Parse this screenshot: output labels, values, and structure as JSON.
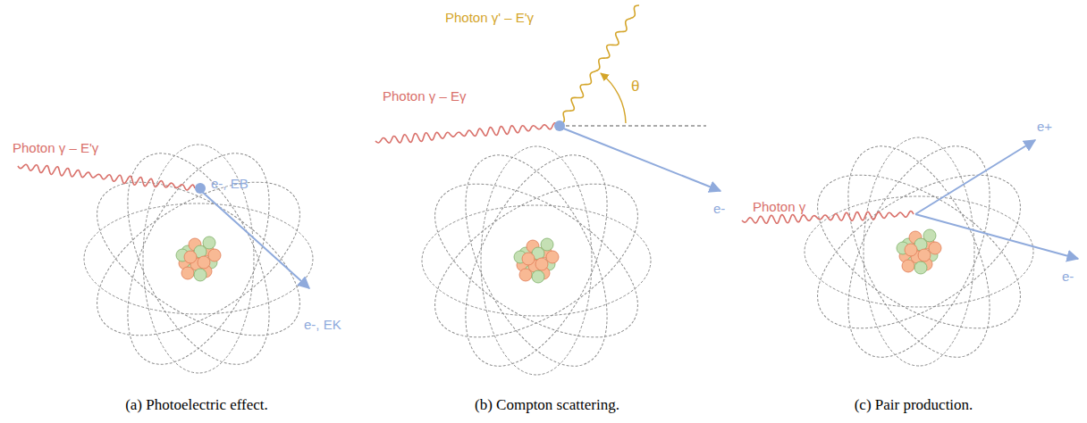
{
  "diagram": {
    "labels": [
      "Photon γ – E'γ",
      "e-, EB",
      "e-, EK",
      "(a) Photoelectric effect.",
      "Photon γ' – E'γ",
      "θ",
      "Photon γ – Eγ",
      "e-",
      "(b) Compton scattering.",
      "Photon γ",
      "e+",
      "e-",
      "(c) Pair production."
    ]
  }
}
